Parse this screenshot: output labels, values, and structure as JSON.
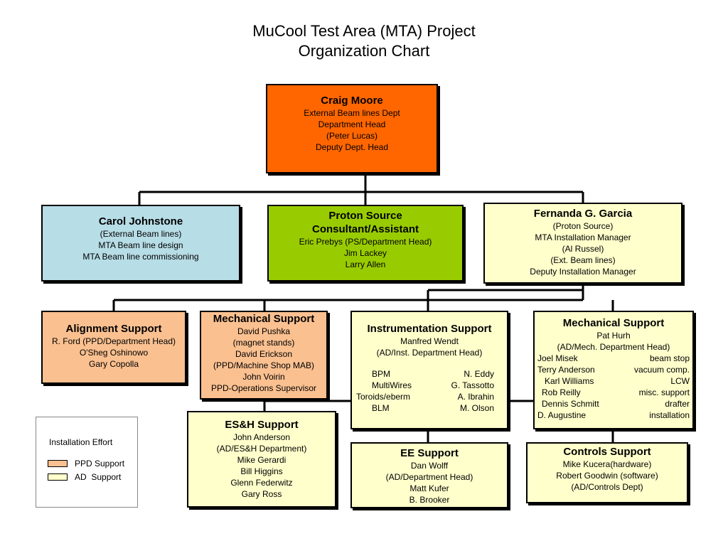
{
  "title": {
    "line1": "MuCool Test Area (MTA) Project",
    "line2": "Organization Chart"
  },
  "boxes": {
    "craig": {
      "name": "Craig Moore",
      "lines": [
        "External Beam lines Dept",
        "Department Head",
        "(Peter Lucas)",
        "Deputy Dept. Head"
      ]
    },
    "carol": {
      "name": "Carol Johnstone",
      "lines": [
        "(External Beam lines)",
        "MTA Beam line design",
        "MTA Beam line commissioning"
      ]
    },
    "proton": {
      "name1": "Proton Source",
      "name2": "Consultant/Assistant",
      "lines": [
        "Eric Prebys (PS/Department Head)",
        "Jim Lackey",
        "Larry Allen"
      ]
    },
    "fernanda": {
      "name": "Fernanda G. Garcia",
      "lines": [
        "(Proton Source)",
        "MTA Installation Manager",
        "(Al Russel)",
        "(Ext. Beam lines)",
        "Deputy Installation Manager"
      ]
    },
    "alignment": {
      "name": "Alignment Support",
      "lines": [
        "R. Ford (PPD/Department Head)",
        "O'Sheg Oshinowo",
        "Gary Copolla"
      ]
    },
    "mech_ppd": {
      "name": "Mechanical Support",
      "lines": [
        "David Pushka",
        "(magnet stands)",
        "David Erickson",
        "(PPD/Machine Shop MAB)",
        "John Voirin",
        "PPD-Operations Supervisor"
      ]
    },
    "instr": {
      "name": "Instrumentation Support",
      "lines": [
        "Manfred Wendt",
        "(AD/Inst. Department Head)"
      ],
      "pairs": [
        [
          "BPM",
          "N. Eddy"
        ],
        [
          "MultiWires",
          "G. Tassotto"
        ],
        [
          "Toroids/eberm",
          "A. Ibrahin"
        ],
        [
          "BLM",
          "M. Olson"
        ]
      ]
    },
    "mech_ad": {
      "name": "Mechanical Support",
      "lines": [
        "Pat Hurh",
        "(AD/Mech. Department Head)"
      ],
      "pairs": [
        [
          "Joel Misek",
          "beam stop"
        ],
        [
          "Terry Anderson",
          "vacuum comp."
        ],
        [
          "Karl Williams",
          "LCW"
        ],
        [
          "Rob Reilly",
          "misc. support"
        ],
        [
          "Dennis Schmitt",
          "drafter"
        ],
        [
          "D. Augustine",
          "installation"
        ]
      ]
    },
    "esh": {
      "name": "ES&H Support",
      "lines": [
        "John Anderson",
        "(AD/ES&H Department)",
        "Mike Gerardi",
        "Bill Higgins",
        "Glenn Federwitz",
        "Gary Ross"
      ]
    },
    "ee": {
      "name": "EE Support",
      "lines": [
        "Dan Wolff",
        "(AD/Department Head)",
        "Matt Kufer",
        "B. Brooker"
      ]
    },
    "controls": {
      "name": "Controls Support",
      "lines": [
        "Mike Kucera(hardware)",
        "Robert Goodwin (software)",
        "(AD/Controls Dept)"
      ]
    }
  },
  "legend": {
    "title": "Installation Effort",
    "items": [
      {
        "label": "PPD Support",
        "color": "#fac090"
      },
      {
        "label": "AD  Support",
        "color": "#ffffcc"
      }
    ]
  },
  "colors": {
    "head": "#ff6600",
    "beamlines": "#b7dde6",
    "proton_source": "#99cc00",
    "ad_support": "#ffffcc",
    "ppd_support": "#fac090"
  }
}
